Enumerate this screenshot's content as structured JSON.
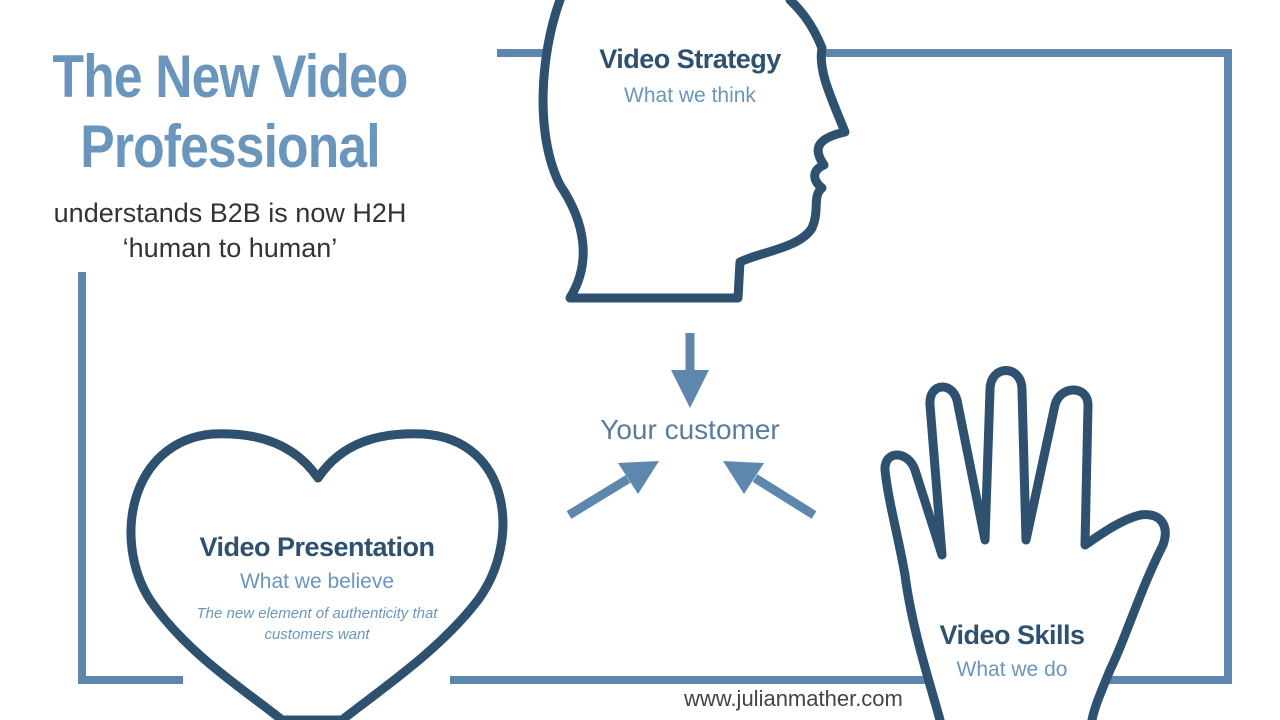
{
  "header": {
    "title_line1": "The New Video",
    "title_line2": "Professional",
    "subtitle_line1": "understands B2B is now H2H",
    "subtitle_line2": "‘human to human’"
  },
  "nodes": {
    "strategy": {
      "title": "Video Strategy",
      "subtitle": "What we think",
      "icon": "head-profile-icon"
    },
    "presentation": {
      "title": "Video Presentation",
      "subtitle": "What we believe",
      "note_line1": "The new element of authenticity that",
      "note_line2": "customers want",
      "icon": "heart-icon"
    },
    "skills": {
      "title": "Video Skills",
      "subtitle": "What we do",
      "icon": "hand-icon"
    }
  },
  "center": {
    "label": "Your customer"
  },
  "footer": {
    "url": "www.julianmather.com"
  },
  "colors": {
    "outline": "#2e5170",
    "frame": "#5d87ad",
    "arrow": "#5d87ad",
    "title": "#6a96bd"
  }
}
